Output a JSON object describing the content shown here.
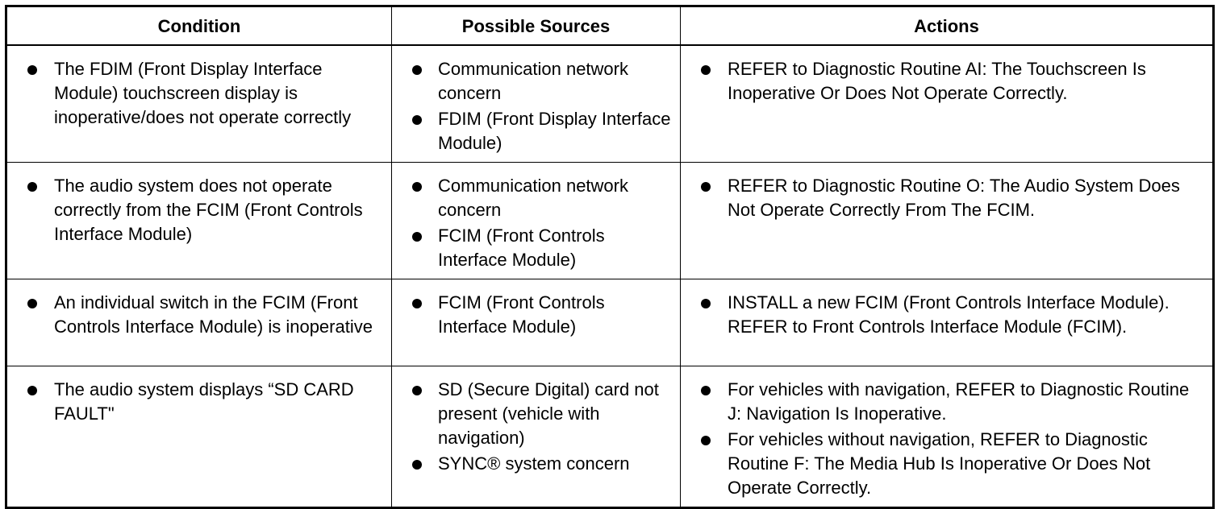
{
  "headers": [
    "Condition",
    "Possible Sources",
    "Actions"
  ],
  "rows": [
    {
      "condition": [
        "The FDIM (Front Display Interface Module) touchscreen display is inoperative/does not operate correctly"
      ],
      "sources": [
        "Communication network concern",
        "FDIM (Front Display Interface Module)"
      ],
      "actions": [
        "REFER to Diagnostic Routine AI: The Touchscreen Is Inoperative Or Does Not Operate Correctly."
      ]
    },
    {
      "condition": [
        "The audio system does not operate correctly from the FCIM (Front Controls Interface Module)"
      ],
      "sources": [
        "Communication network concern",
        "FCIM (Front Controls Interface Module)"
      ],
      "actions": [
        "REFER to Diagnostic Routine O: The Audio System Does Not Operate Correctly From The FCIM."
      ]
    },
    {
      "condition": [
        "An individual switch in the FCIM (Front Controls Interface Module) is inoperative"
      ],
      "sources": [
        "FCIM (Front Controls Interface Module)"
      ],
      "actions": [
        "INSTALL a new FCIM (Front Controls Interface Module). REFER to Front Controls Interface Module (FCIM)."
      ]
    },
    {
      "condition": [
        "The audio system displays “SD CARD FAULT\""
      ],
      "sources": [
        "SD (Secure Digital) card not present (vehicle with navigation)",
        "SYNC® system concern"
      ],
      "actions": [
        "For vehicles with navigation, REFER to Diagnostic Routine J: Navigation Is Inoperative.",
        "For vehicles without navigation, REFER to Diagnostic Routine F: The Media Hub Is Inoperative Or Does Not Operate Correctly."
      ]
    }
  ]
}
